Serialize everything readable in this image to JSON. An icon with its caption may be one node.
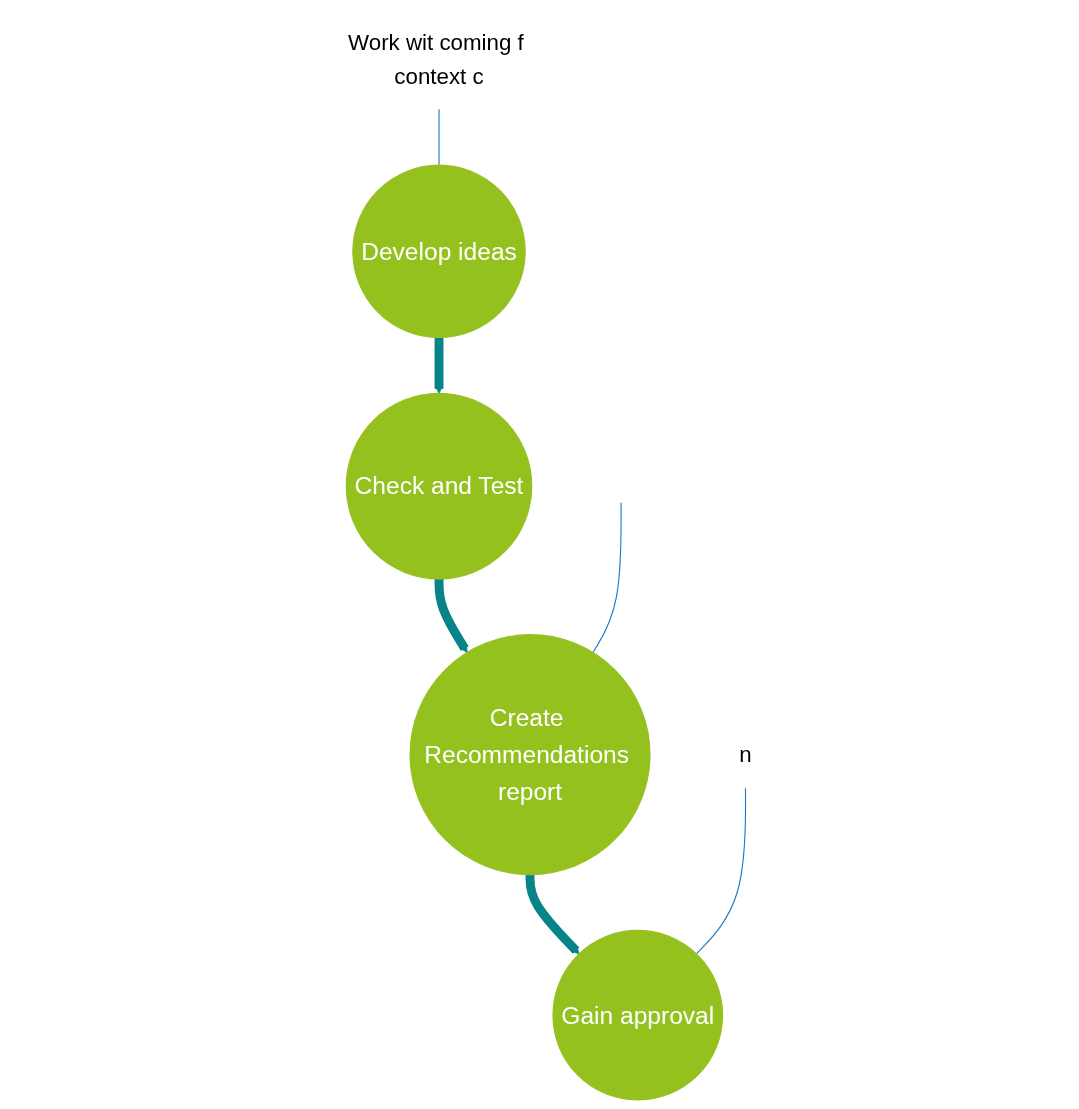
{
  "diagram": {
    "nodes": [
      {
        "text": [
          "Develop ideas"
        ]
      },
      {
        "text": [
          "Check and Test"
        ]
      },
      {
        "text": [
          "Create Recommendations report"
        ]
      },
      {
        "text": [
          "Gain approval"
        ]
      },
      {
        "text": [
          "Work wit coming f context c"
        ]
      },
      {
        "text": [
          "n"
        ]
      }
    ],
    "edges": [
      {
        "from": 0,
        "to": 1,
        "arrow": "to",
        "style": "thick"
      },
      {
        "from": 1,
        "to": 2,
        "arrow": "to",
        "style": "thick"
      },
      {
        "from": 2,
        "to": 3,
        "arrow": "to",
        "style": "thick"
      },
      {
        "from": 4,
        "to": 0,
        "arrow": "none",
        "color": "#1a78c8"
      },
      {
        "from": 5,
        "to": 3,
        "arrow": "none",
        "color": "#1a78c8"
      },
      {
        "from": null,
        "to": 2,
        "arrow": "none",
        "color": "#1a78c8"
      }
    ]
  }
}
